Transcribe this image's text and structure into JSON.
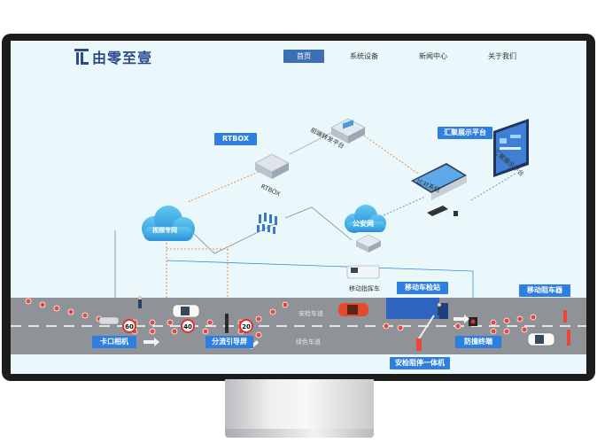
{
  "brand": {
    "name": "由零至壹"
  },
  "nav": {
    "items": [
      {
        "label": "首页"
      },
      {
        "label": "系统设备"
      },
      {
        "label": "新闻中心"
      },
      {
        "label": "关于我们"
      }
    ]
  },
  "nodes": {
    "rtbox_tag": "RTBOX",
    "rtbox_label": "RTBOX",
    "forward_platform": "前端转发平台",
    "summary_tag": "汇聚展示平台",
    "summary_label": "汇聚展示平台",
    "video_net": "视频专网",
    "compare_system": "比对系统",
    "public_net": "公安网",
    "mobile_command": "移动指挥车",
    "mobile_checkpoint": "移动车检站",
    "mobile_blocker": "移动阻车器",
    "checkpoint_camera": "卡口相机",
    "diversion_screen": "分流引导屏",
    "security_stop": "安检阻停一体机",
    "anti_ram": "防撞终端"
  },
  "road": {
    "lane_check": "安检车道",
    "lane_green": "绿色车道",
    "speed_limits": [
      "60",
      "40",
      "20"
    ]
  },
  "colors": {
    "brand": "#2a4d8a",
    "tag": "#2f7fe0",
    "nav_active": "#3d6fb5",
    "road": "#8f9296",
    "cone": "#e8473a"
  }
}
